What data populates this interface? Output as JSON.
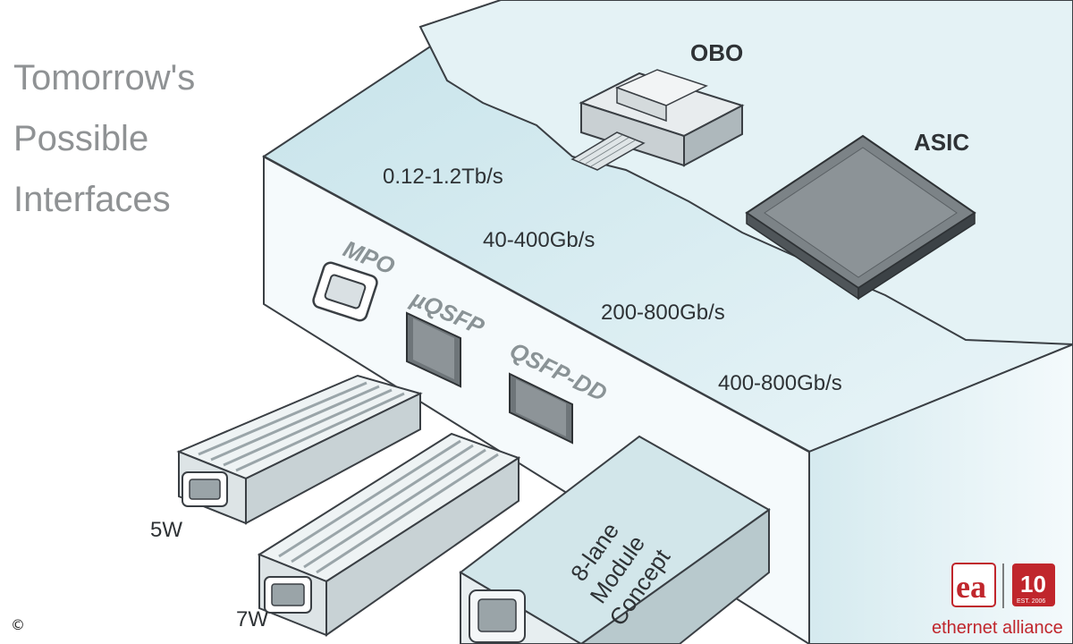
{
  "title": {
    "lines": [
      "Tomorrow's",
      "Possible",
      "Interfaces"
    ]
  },
  "components": {
    "obo": "OBO",
    "asic": "ASIC"
  },
  "speeds": {
    "obo_rate": "0.12-1.2Tb/s",
    "uqsfp_rate": "40-400Gb/s",
    "qsfpdd_rate": "200-800Gb/s",
    "module_rate": "400-800Gb/s"
  },
  "ports": {
    "mpo": "MPO",
    "uqsfp": "µQSFP",
    "qsfpdd": "QSFP-DD"
  },
  "modules": {
    "power_5w": "5W",
    "power_7w": "7W",
    "concept_lines": [
      "8-lane",
      "Module",
      "Concept"
    ]
  },
  "logo": {
    "brand": "ethernet alliance",
    "letters": "ea",
    "anniversary": "10",
    "est": "EST. 2006"
  },
  "copyright": "©",
  "colors": {
    "face": "#dcedf1",
    "face_light": "#eef7f9",
    "front": "#f3f9fb",
    "outline": "#3a3f44",
    "brand_red": "#c0262c"
  }
}
